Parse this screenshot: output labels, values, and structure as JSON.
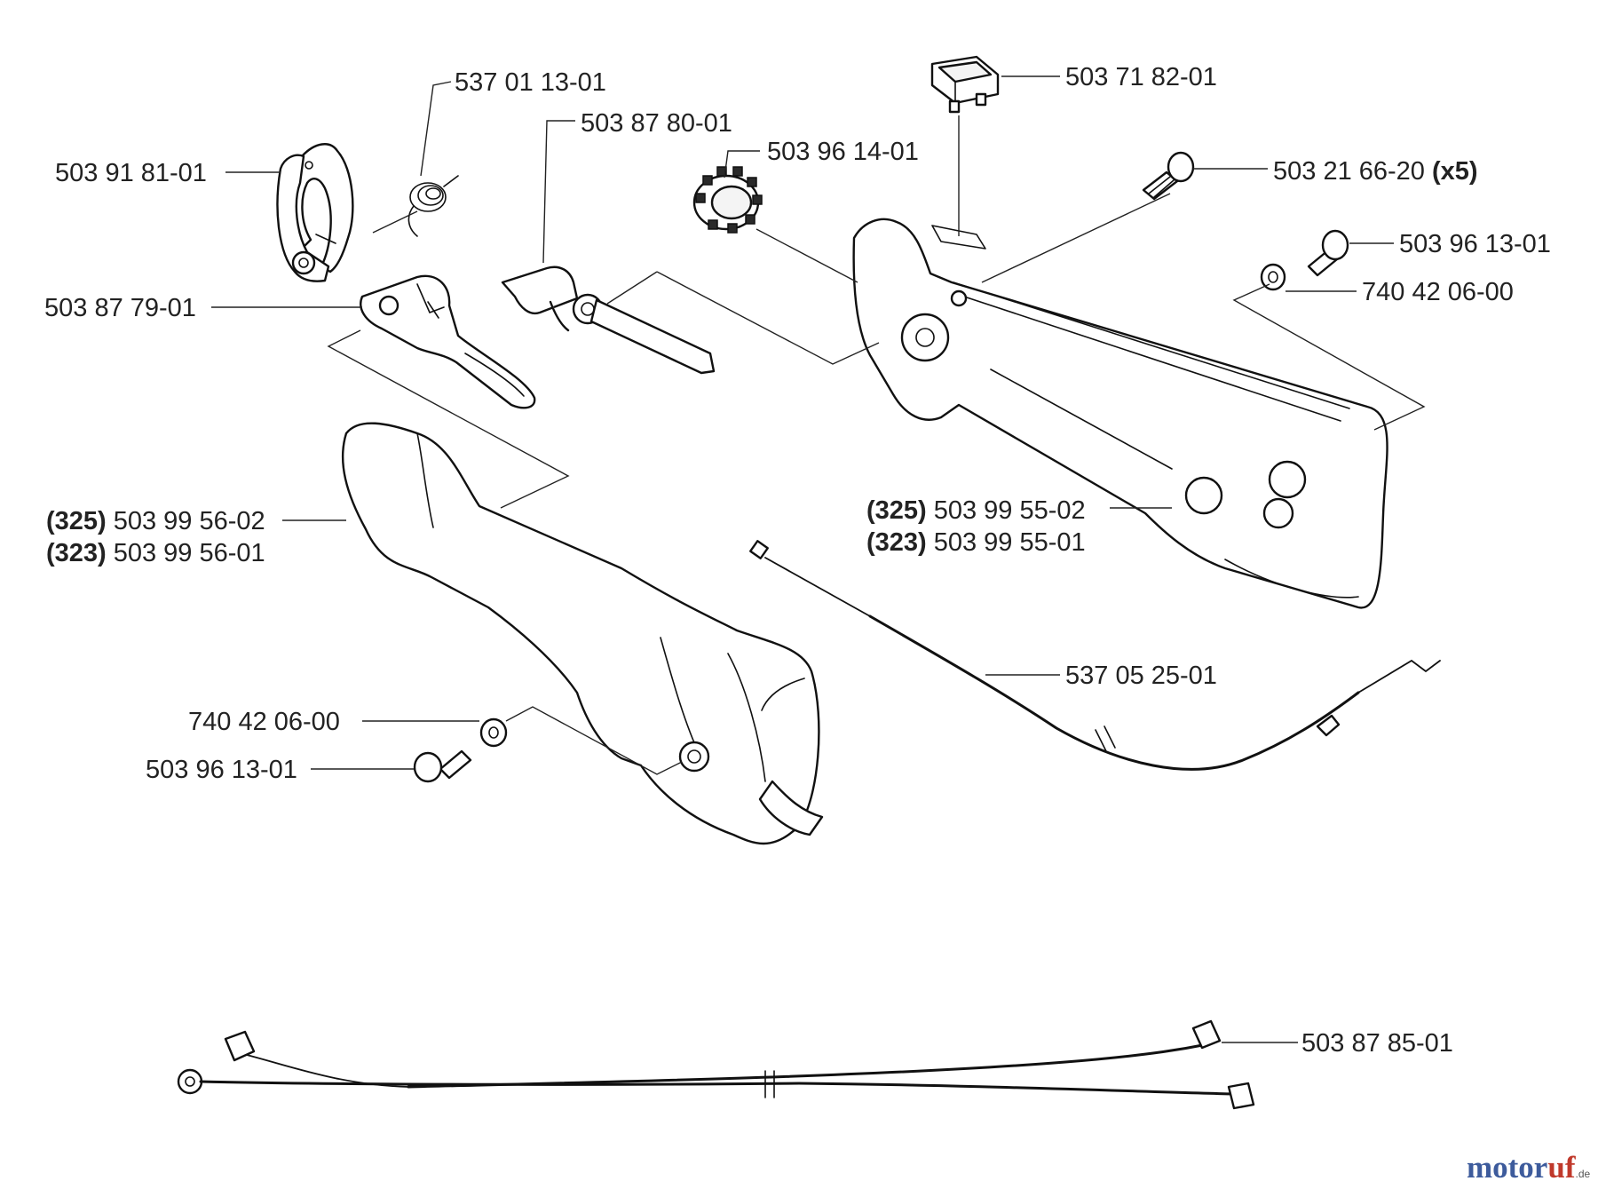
{
  "parts": {
    "p_537_01_13_01": "537 01 13-01",
    "p_503_87_80_01": "503 87 80-01",
    "p_503_91_81_01": "503 91 81-01",
    "p_503_96_14_01": "503 96 14-01",
    "p_503_71_82_01": "503 71 82-01",
    "p_503_21_66_20": "503 21 66-20",
    "p_503_21_66_20_qty": "(x5)",
    "p_503_96_13_01_top": "503 96 13-01",
    "p_740_42_06_00_top": "740 42 06-00",
    "p_503_87_79_01": "503 87 79-01",
    "p_503_99_55_02": "503 99 55-02",
    "p_503_99_55_02_model": "(325)",
    "p_503_99_55_01": "503 99 55-01",
    "p_503_99_55_01_model": "(323)",
    "p_503_99_56_02": "503 99 56-02",
    "p_503_99_56_02_model": "(325)",
    "p_503_99_56_01": "503 99 56-01",
    "p_503_99_56_01_model": "(323)",
    "p_537_05_25_01": "537 05 25-01",
    "p_740_42_06_00_bot": "740 42 06-00",
    "p_503_96_13_01_bot": "503 96 13-01",
    "p_503_87_85_01": "503 87 85-01"
  },
  "watermark": {
    "text_a": "motor",
    "text_b": "uf",
    "suffix": ".de"
  }
}
